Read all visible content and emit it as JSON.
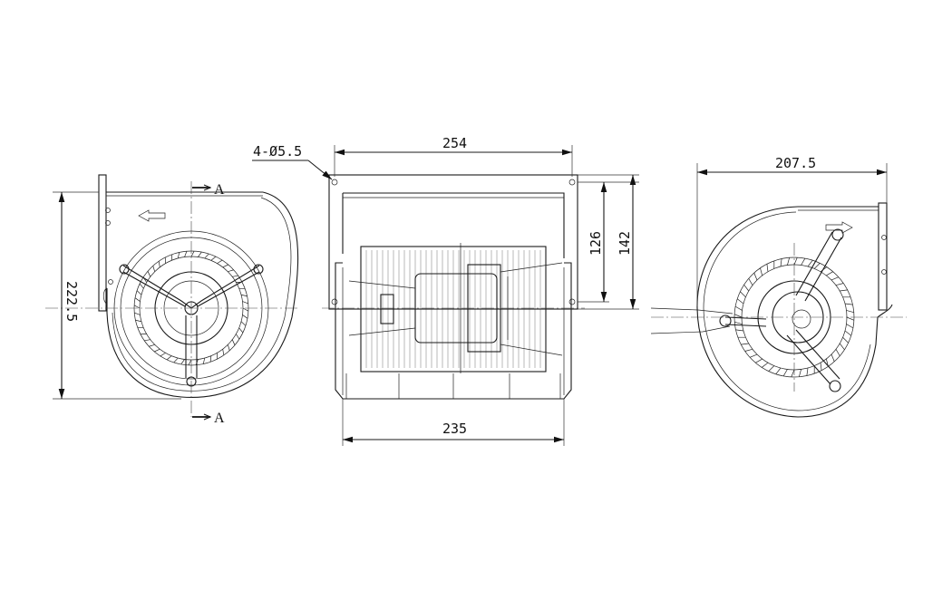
{
  "dimensions": {
    "height_left": "222.5",
    "top_width": "254",
    "bottom_width": "235",
    "inner_height": "126",
    "outer_height": "142",
    "right_width": "207.5",
    "holes": "4-Ø5.5"
  },
  "section_labels": {
    "top": "A",
    "bottom": "A"
  }
}
